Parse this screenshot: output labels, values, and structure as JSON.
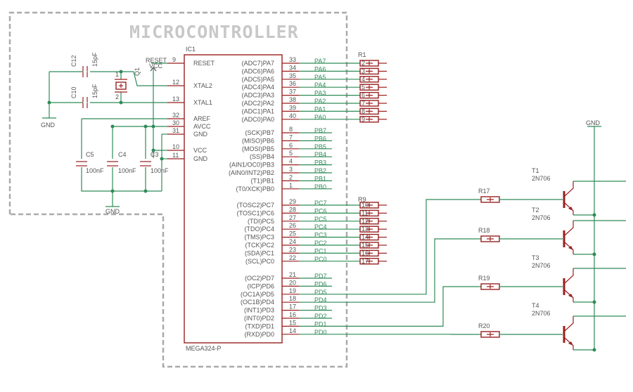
{
  "title": "MICROCONTROLLER",
  "ic": {
    "name": "IC1",
    "part": "MEGA324-P",
    "left_pins": [
      {
        "num": "9",
        "label": "RESET"
      },
      {
        "num": "12",
        "label": "XTAL2"
      },
      {
        "num": "13",
        "label": "XTAL1"
      },
      {
        "num": "32",
        "label": "AREF"
      },
      {
        "num": "30",
        "label": "AVCC"
      },
      {
        "num": "31",
        "label": "GND"
      },
      {
        "num": "10",
        "label": "VCC"
      },
      {
        "num": "11",
        "label": "GND"
      }
    ],
    "port_a": [
      {
        "num": "33",
        "label": "(ADC7)PA7",
        "net": "PA7"
      },
      {
        "num": "34",
        "label": "(ADC6)PA6",
        "net": "PA6"
      },
      {
        "num": "35",
        "label": "(ADC5)PA5",
        "net": "PA5"
      },
      {
        "num": "36",
        "label": "(ADC4)PA4",
        "net": "PA4"
      },
      {
        "num": "37",
        "label": "(ADC3)PA3",
        "net": "PA3"
      },
      {
        "num": "38",
        "label": "(ADC2)PA2",
        "net": "PA2"
      },
      {
        "num": "39",
        "label": "(ADC1)PA1",
        "net": "PA1"
      },
      {
        "num": "40",
        "label": "(ADC0)PA0",
        "net": "PA0"
      }
    ],
    "port_b": [
      {
        "num": "8",
        "label": "(SCK)PB7",
        "net": "PB7"
      },
      {
        "num": "7",
        "label": "(MISO)PB6",
        "net": "PB6"
      },
      {
        "num": "6",
        "label": "(MOSI)PB5",
        "net": "PB5"
      },
      {
        "num": "5",
        "label": "(SS)PB4",
        "net": "PB4"
      },
      {
        "num": "4",
        "label": "(AIN1/OC0)PB3",
        "net": "PB3"
      },
      {
        "num": "3",
        "label": "(AIN0/INT2)PB2",
        "net": "PB2"
      },
      {
        "num": "2",
        "label": "(T1)PB1",
        "net": "PB1"
      },
      {
        "num": "1",
        "label": "(T0/XCK)PB0",
        "net": "PB0"
      }
    ],
    "port_c": [
      {
        "num": "29",
        "label": "(TOSC2)PC7",
        "net": "PC7"
      },
      {
        "num": "28",
        "label": "(TOSC1)PC6",
        "net": "PC6"
      },
      {
        "num": "27",
        "label": "(TDI)PC5",
        "net": "PC5"
      },
      {
        "num": "26",
        "label": "(TDO)PC4",
        "net": "PC4"
      },
      {
        "num": "25",
        "label": "(TMS)PC3",
        "net": "PC3"
      },
      {
        "num": "24",
        "label": "(TCK)PC2",
        "net": "PC2"
      },
      {
        "num": "23",
        "label": "(SDA)PC1",
        "net": "PC1"
      },
      {
        "num": "22",
        "label": "(SCL)PC0",
        "net": "PC0"
      }
    ],
    "port_d": [
      {
        "num": "21",
        "label": "(OC2)PD7",
        "net": "PD7"
      },
      {
        "num": "20",
        "label": "(ICP)PD6",
        "net": "PD6"
      },
      {
        "num": "19",
        "label": "(OC1A)PD5",
        "net": "PD5"
      },
      {
        "num": "18",
        "label": "(OC1B)PD4",
        "net": "PD4"
      },
      {
        "num": "17",
        "label": "(INT1)PD3",
        "net": "PD3"
      },
      {
        "num": "16",
        "label": "(INT0)PD2",
        "net": "PD2"
      },
      {
        "num": "15",
        "label": "(TXD)PD1",
        "net": "PD1"
      },
      {
        "num": "14",
        "label": "(RXD)PD0",
        "net": "PD0"
      }
    ]
  },
  "rpack_a": {
    "name": "R1",
    "pins": [
      "2",
      "3",
      "4",
      "5",
      "6",
      "7",
      "8",
      "9"
    ]
  },
  "rpack_c": {
    "name": "R9",
    "pins": [
      "10",
      "11",
      "12",
      "13",
      "14",
      "15",
      "16",
      "17"
    ]
  },
  "caps": [
    {
      "name": "C12",
      "value": "15pF"
    },
    {
      "name": "C10",
      "value": "15pF"
    },
    {
      "name": "C5",
      "value": "100nF"
    },
    {
      "name": "C4",
      "value": "100nF"
    },
    {
      "name": "C3",
      "value": "100nF"
    }
  ],
  "crystal": {
    "name": "Q1",
    "pin1": "1",
    "pin2": "2"
  },
  "labels": {
    "reset": "RESET",
    "vcc": "VCC",
    "gnd": "GND"
  },
  "transistors": [
    {
      "name": "T1",
      "part": "2N706",
      "resistor": "R17"
    },
    {
      "name": "T2",
      "part": "2N706",
      "resistor": "R18"
    },
    {
      "name": "T3",
      "part": "2N706",
      "resistor": "R19"
    },
    {
      "name": "T4",
      "part": "2N706",
      "resistor": "R20"
    }
  ],
  "colors": {
    "body": "#9a1f1f",
    "wire": "#2e8b57",
    "text": "#555555",
    "frame": "#aaaaaa",
    "title": "#c8c8c8"
  }
}
